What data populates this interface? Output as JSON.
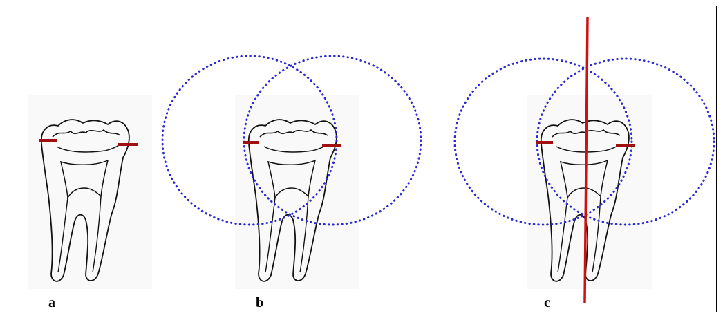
{
  "panels": [
    {
      "label": "a"
    },
    {
      "label": "b"
    },
    {
      "label": "c"
    }
  ],
  "colors": {
    "marker": "#a01010",
    "circle": "#2a2ad0",
    "axis_line": "#cc1111",
    "outline": "#111111",
    "border": "#000000"
  }
}
